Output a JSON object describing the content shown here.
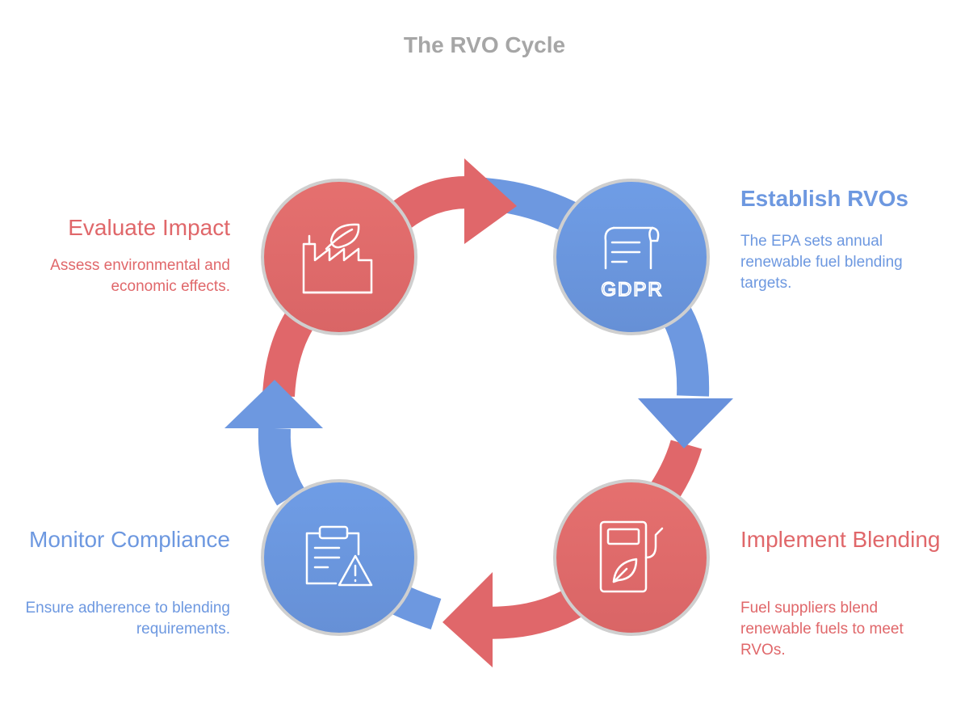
{
  "title": "The RVO Cycle",
  "colors": {
    "blue": "#6d98e0",
    "red": "#e0676a",
    "title_gray": "#a6a6a6"
  },
  "steps": [
    {
      "heading": "Establish RVOs",
      "description": "The EPA sets annual renewable fuel blending targets.",
      "icon": "gdpr-document-icon",
      "icon_label": "GDPR",
      "color": "blue"
    },
    {
      "heading": "Implement Blending",
      "description": "Fuel suppliers blend renewable fuels to meet RVOs.",
      "icon": "fuel-pump-leaf-icon",
      "color": "red"
    },
    {
      "heading": "Monitor Compliance",
      "description": "Ensure adherence to blending requirements.",
      "icon": "clipboard-warning-icon",
      "color": "blue"
    },
    {
      "heading": "Evaluate Impact",
      "description": "Assess environmental and economic effects.",
      "icon": "factory-leaf-icon",
      "color": "red"
    }
  ]
}
